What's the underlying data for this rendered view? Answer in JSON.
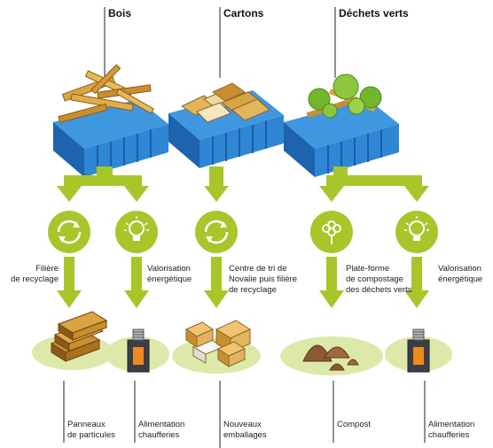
{
  "categories": [
    {
      "id": "bois",
      "label": "Bois"
    },
    {
      "id": "cartons",
      "label": "Cartons"
    },
    {
      "id": "dechets",
      "label": "Déchets verts"
    }
  ],
  "processes": [
    {
      "id": "p1",
      "type": "recycle-icon",
      "label": "Filière\nde recyclage"
    },
    {
      "id": "p2",
      "type": "bulb-icon",
      "label": "Valorisation\nénergétique"
    },
    {
      "id": "p3",
      "type": "recycle-icon",
      "label": "Centre de tri de\nNovalie puis filière\nde recyclage"
    },
    {
      "id": "p4",
      "type": "plant-icon",
      "label": "Plate-forme\nde compostage\ndes déchets verts"
    },
    {
      "id": "p5",
      "type": "bulb-icon",
      "label": "Valorisation\nénergétique"
    }
  ],
  "outputs": [
    {
      "id": "o1",
      "label": "Panneaux\nde particules"
    },
    {
      "id": "o2",
      "label": "Alimentation\nchaufferies"
    },
    {
      "id": "o3",
      "label": "Nouveaux\nemballages"
    },
    {
      "id": "o4",
      "label": "Compost"
    },
    {
      "id": "o5",
      "label": "Alimentation\nchaufferies"
    }
  ],
  "colors": {
    "arrow": "#a7c62a",
    "container": "#2e86d4",
    "container_dark": "#1a5fa8",
    "ground": "#dde9a8",
    "wood": "#d9a441",
    "cardboard": "#e2b45c",
    "leaf": "#74b52e",
    "compost": "#8a5a33"
  }
}
